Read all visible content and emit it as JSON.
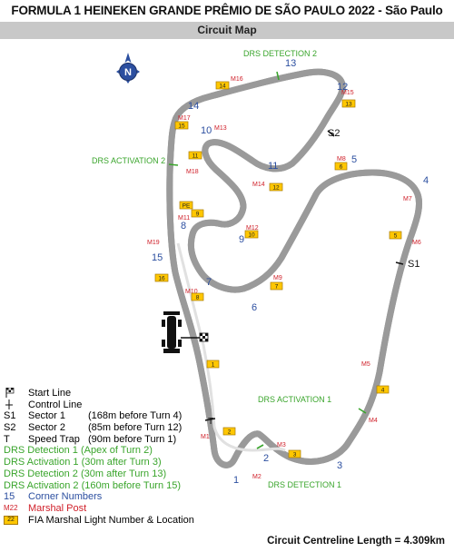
{
  "header": {
    "title": "FORMULA 1 HEINEKEN GRANDE PRÊMIO DE SÃO PAULO  2022 - São Paulo",
    "subtitle": "Circuit Map"
  },
  "compass": {
    "label": "N"
  },
  "colors": {
    "track": "#b3b3b3",
    "drs": "#3aa52c",
    "marshal": "#d0202a",
    "corner": "#2c4fa0",
    "light_box": "#ffc700"
  },
  "map": {
    "corners": [
      "1",
      "2",
      "3",
      "4",
      "5",
      "6",
      "7",
      "8",
      "9",
      "10",
      "11",
      "12",
      "13",
      "14",
      "15"
    ],
    "marshal_posts": [
      "M1",
      "M2",
      "M3",
      "M4",
      "M5",
      "M6",
      "M7",
      "M8",
      "M9",
      "M10",
      "M11",
      "M12",
      "M13",
      "M14",
      "M15",
      "M16",
      "M17",
      "M18",
      "M19"
    ],
    "light_boxes": [
      "1",
      "2",
      "3",
      "4",
      "5",
      "6",
      "7",
      "8",
      "9",
      "10",
      "11",
      "12",
      "13",
      "14",
      "15",
      "16",
      "PE"
    ],
    "sectors": [
      "S1",
      "S2",
      "T"
    ],
    "drs_labels": [
      "DRS DETECTION 2",
      "DRS ACTIVATION 2",
      "DRS ACTIVATION 1",
      "DRS DETECTION 1"
    ]
  },
  "legend": [
    {
      "sym": "flag",
      "label": "Start Line",
      "desc": "",
      "color": "dark"
    },
    {
      "sym": "flag2",
      "label": "Control Line",
      "desc": "",
      "color": "dark"
    },
    {
      "sym": "",
      "label": "S1",
      "desc": "Sector 1",
      "extra": "(168m before Turn 4)",
      "color": "dark"
    },
    {
      "sym": "",
      "label": "S2",
      "desc": "Sector 2",
      "extra": "(85m before Turn 12)",
      "color": "dark"
    },
    {
      "sym": "",
      "label": "T",
      "desc": "Speed Trap",
      "extra": "(90m before Turn 1)",
      "color": "dark"
    },
    {
      "sym": "",
      "label": "DRS Detection 1 (Apex of Turn 2)",
      "desc": "",
      "color": "green"
    },
    {
      "sym": "",
      "label": "DRS Activation 1 (30m after Turn 3)",
      "desc": "",
      "color": "green"
    },
    {
      "sym": "",
      "label": "DRS Detection 2 (30m after Turn 13)",
      "desc": "",
      "color": "green"
    },
    {
      "sym": "",
      "label": "DRS Activation 2 (160m before Turn 15)",
      "desc": "",
      "color": "green"
    },
    {
      "sym": "15",
      "label": "Corner Numbers",
      "desc": "",
      "color": "blue"
    },
    {
      "sym": "M22",
      "label": "Marshal Post",
      "desc": "",
      "color": "red"
    },
    {
      "sym": "22",
      "label": "FIA Marshal Light Number & Location",
      "desc": "",
      "color": "dark"
    }
  ],
  "footer": {
    "length": "Circuit Centreline Length = 4.309km"
  }
}
